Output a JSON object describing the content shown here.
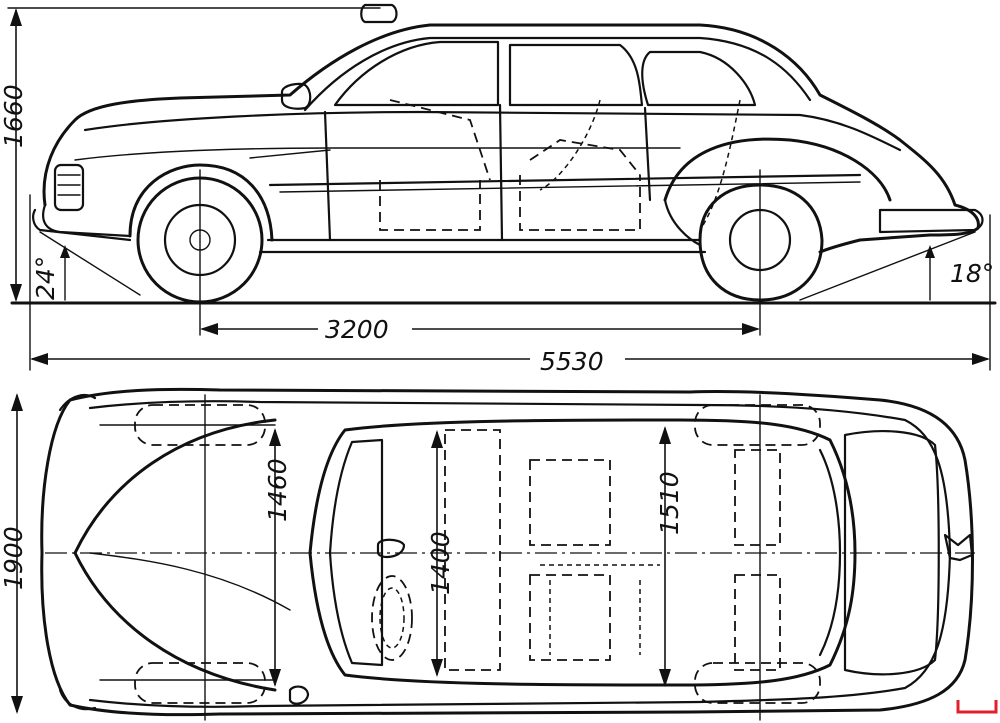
{
  "labels": {
    "height": "1660",
    "wheelbase": "3200",
    "length": "5530",
    "width": "1900",
    "front_track": "1460",
    "interior_width": "1400",
    "rear_track": "1510",
    "approach_angle": "24°",
    "departure_angle": "18°"
  },
  "colors": {
    "line": "#111111",
    "corner_mark": "#e0202a"
  }
}
